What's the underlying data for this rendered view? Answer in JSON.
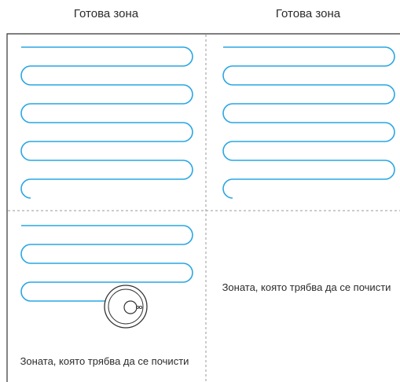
{
  "zones": {
    "top_left": {
      "label": "Готова зона",
      "status": "cleaned"
    },
    "top_right": {
      "label": "Готова зона",
      "status": "cleaned"
    },
    "bottom_left": {
      "label": "Зоната, която трябва да се почисти",
      "status": "in-progress"
    },
    "bottom_right": {
      "label": "Зоната, която трябва да се почисти",
      "status": "pending"
    }
  },
  "colors": {
    "path": "#29a6e3",
    "wall": "#333333",
    "divider": "#9a9a9a",
    "text": "#2b2b2b"
  },
  "icons": {
    "robot": "robot-vacuum-icon"
  }
}
